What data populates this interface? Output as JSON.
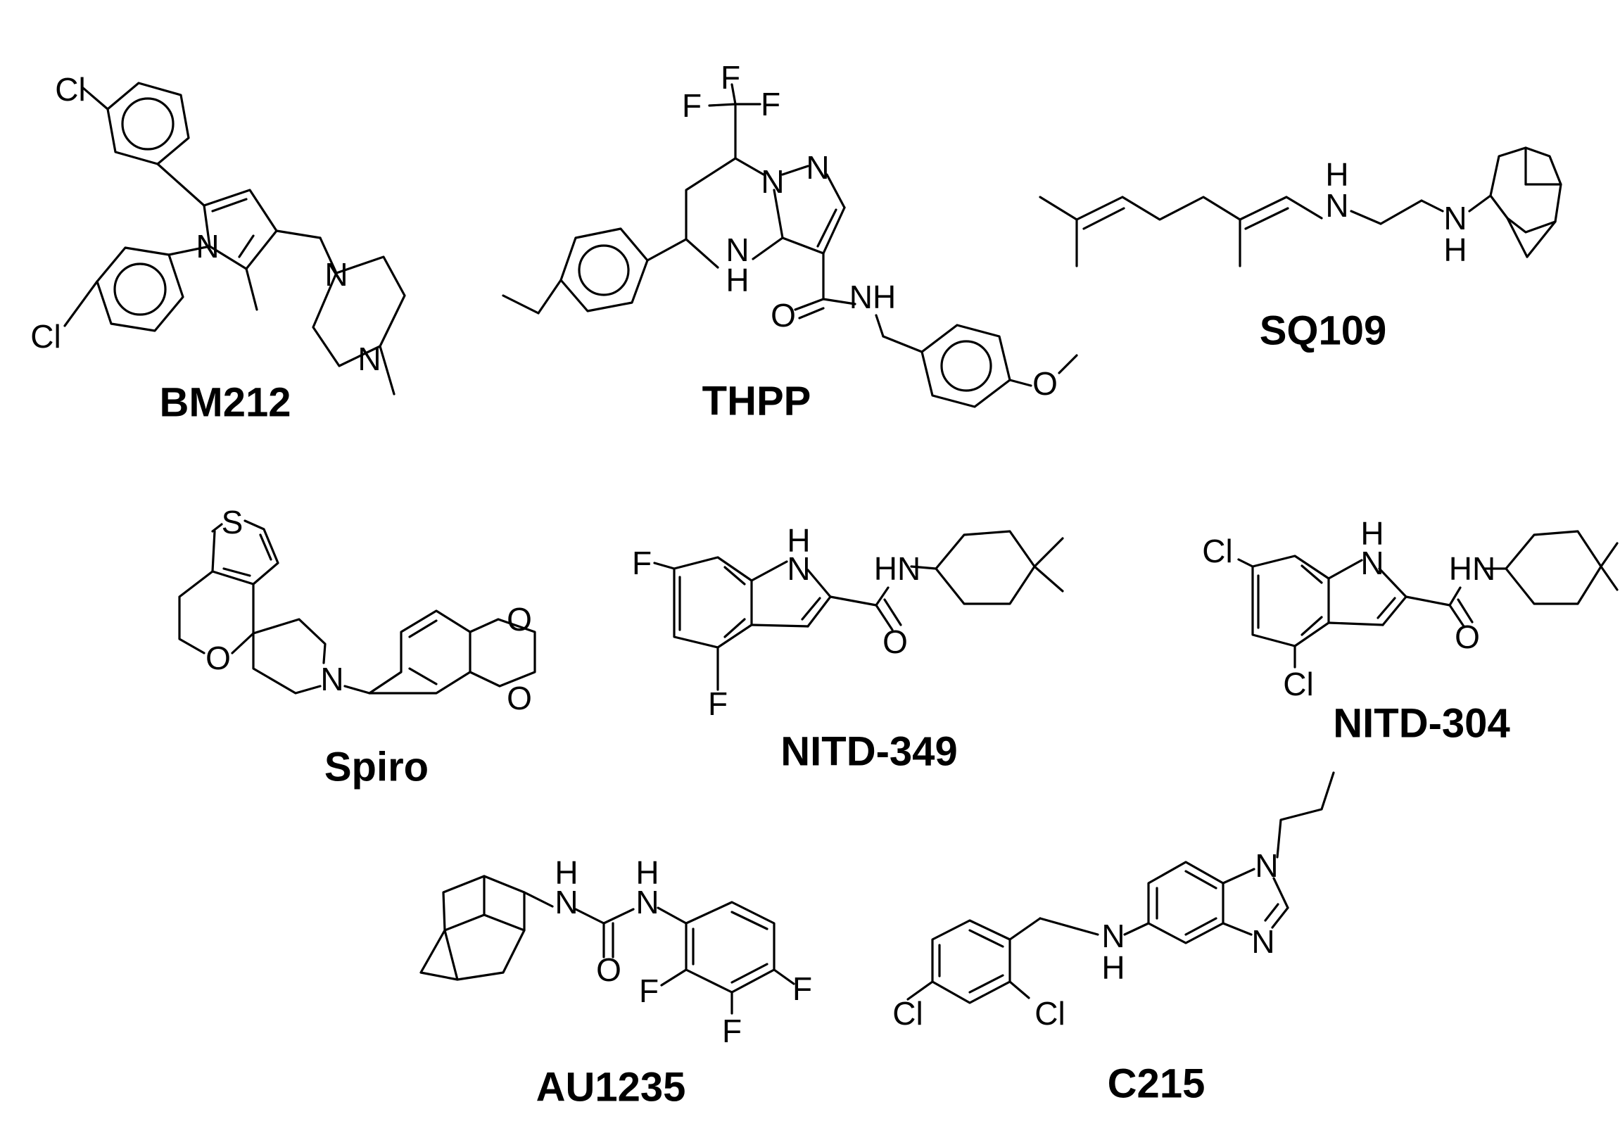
{
  "compounds": [
    {
      "name": "BM212"
    },
    {
      "name": "THPP"
    },
    {
      "name": "SQ109"
    },
    {
      "name": "Spiro"
    },
    {
      "name": "NITD-349"
    },
    {
      "name": "NITD-304"
    },
    {
      "name": "AU1235"
    },
    {
      "name": "C215"
    }
  ],
  "atoms": {
    "cl": "Cl",
    "f": "F",
    "n": "N",
    "o": "O",
    "s": "S",
    "h": "H",
    "nh": "NH",
    "hn": "HN"
  }
}
